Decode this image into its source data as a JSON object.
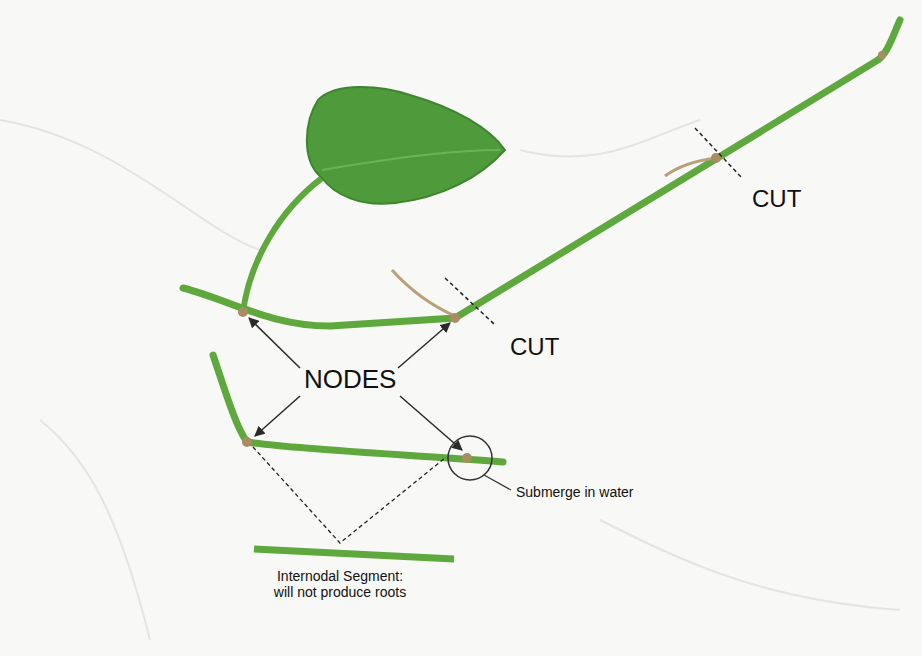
{
  "diagram": {
    "labels": [
      "CUT",
      "CUT",
      "NODES",
      "Submerge in water",
      "Internodal Segment: will not produce roots"
    ]
  }
}
